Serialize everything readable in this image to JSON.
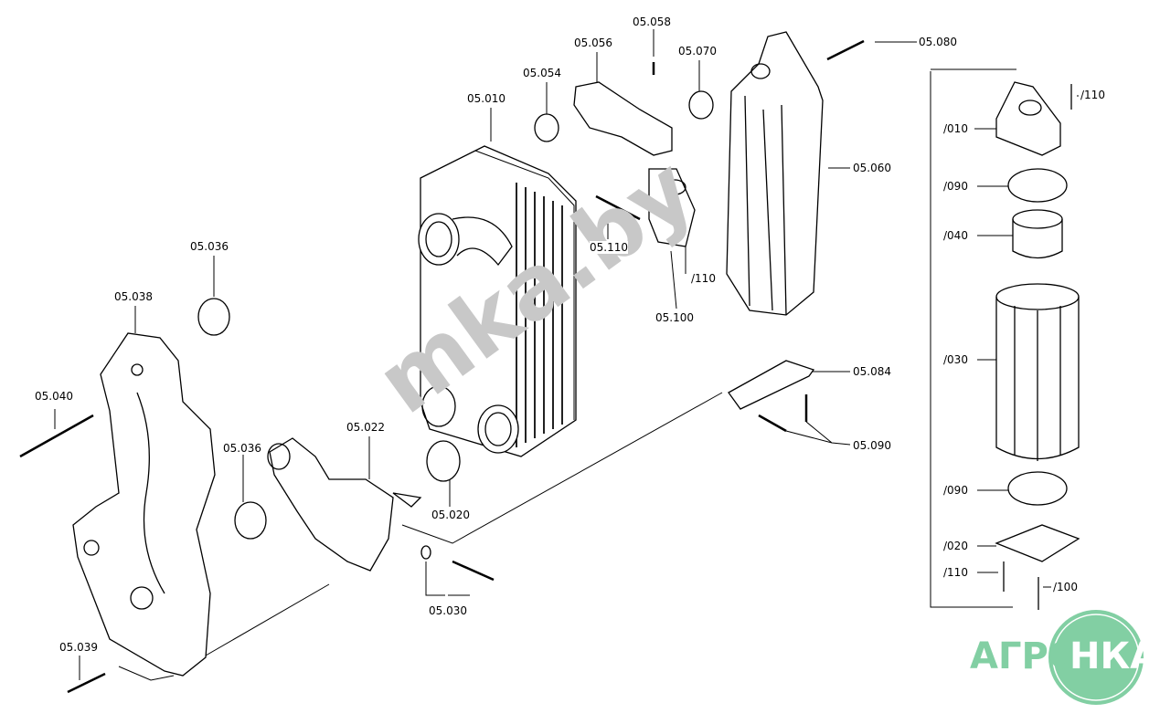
{
  "diagram": {
    "labels": {
      "p05058": "05.058",
      "p05056": "05.056",
      "p05070": "05.070",
      "p05080": "05.080",
      "p05054": "05.054",
      "p05010": "05.010",
      "p05060": "05.060",
      "p05110": "05.110",
      "s110a": "/110",
      "p05100": "05.100",
      "p05036a": "05.036",
      "p05038": "05.038",
      "p05040": "05.040",
      "p05036b": "05.036",
      "p05022": "05.022",
      "p05020": "05.020",
      "p05030": "05.030",
      "p05084": "05.084",
      "p05090": "05.090",
      "p05039": "05.039",
      "s110b": "/110",
      "s010": "/010",
      "s090a": "/090",
      "s040": "/040",
      "s030": "/030",
      "s090b": "/090",
      "s020": "/020",
      "s110c": "/110",
      "s100": "/100"
    },
    "watermark": "mka.by",
    "logo": {
      "left": "АГРО",
      "right": "НКА",
      "color": "#82cfa3"
    }
  }
}
